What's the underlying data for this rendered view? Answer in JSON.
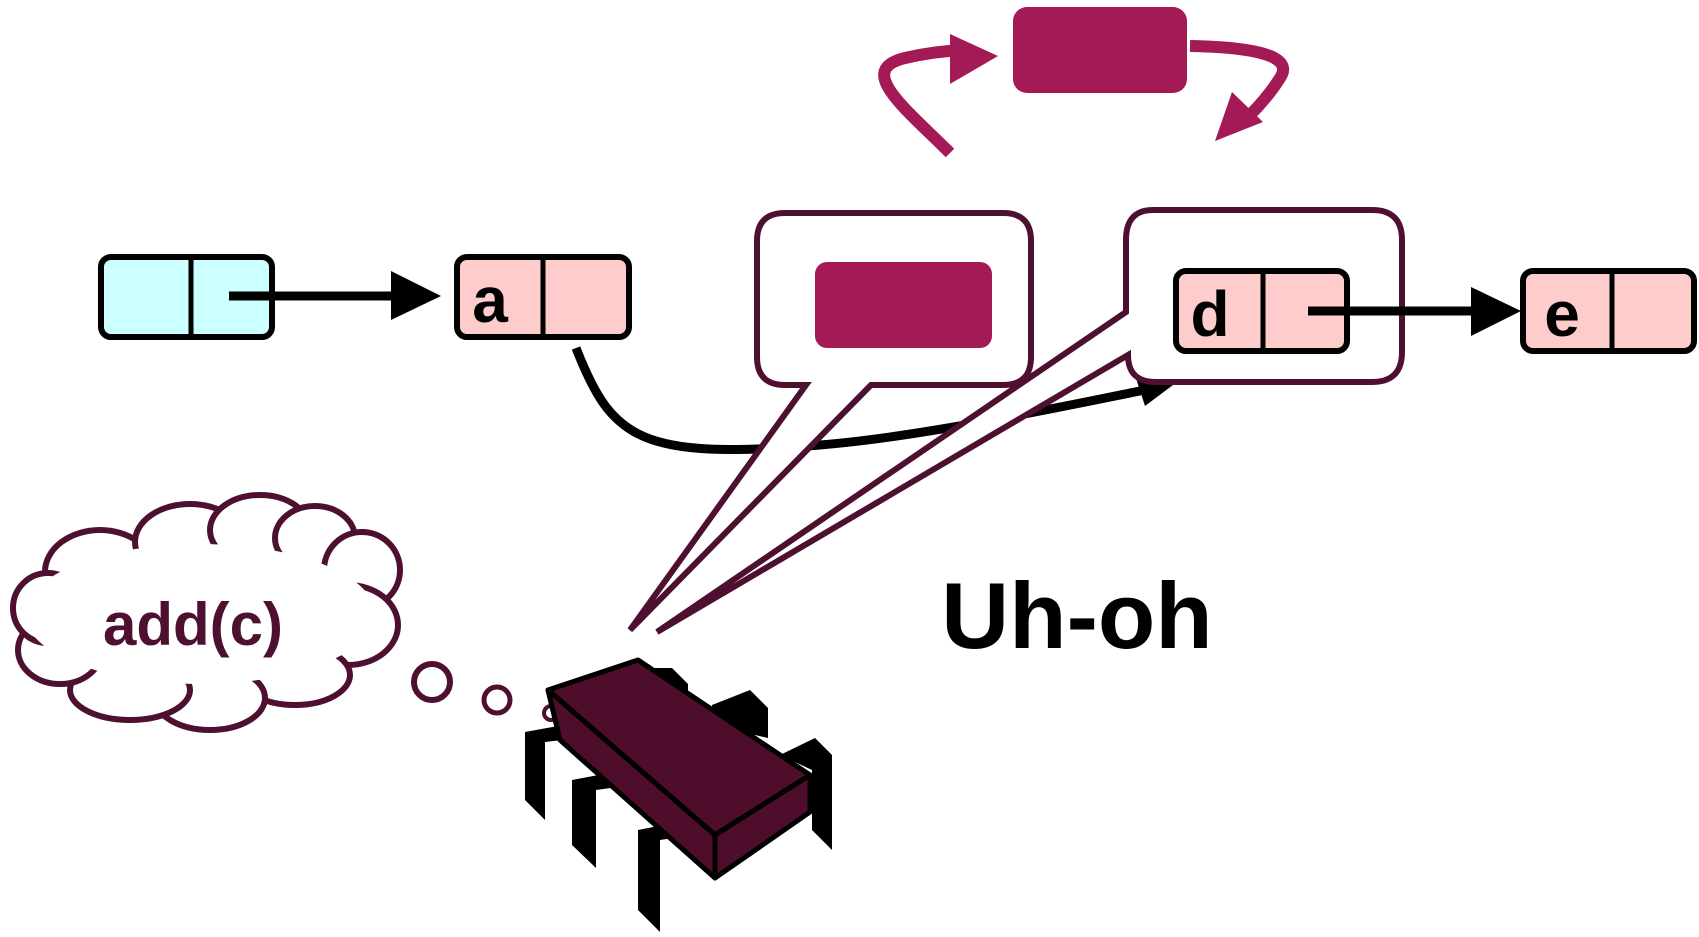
{
  "nodes": {
    "a": "a",
    "d": "d",
    "e": "e"
  },
  "thought": {
    "text": "add(c)"
  },
  "exclamation": {
    "text": "Uh-oh"
  },
  "colors": {
    "head_fill": "#ccffff",
    "node_fill": "#ffcccc",
    "lock_fill": "#a31a56",
    "outline": "#000000",
    "bubble_stroke": "#4e1030",
    "thread_body": "#4e0d2a",
    "thread_legs": "#000000"
  },
  "icons": {
    "thread": "bug-thread-icon",
    "thought_cloud": "thought-cloud-icon"
  }
}
